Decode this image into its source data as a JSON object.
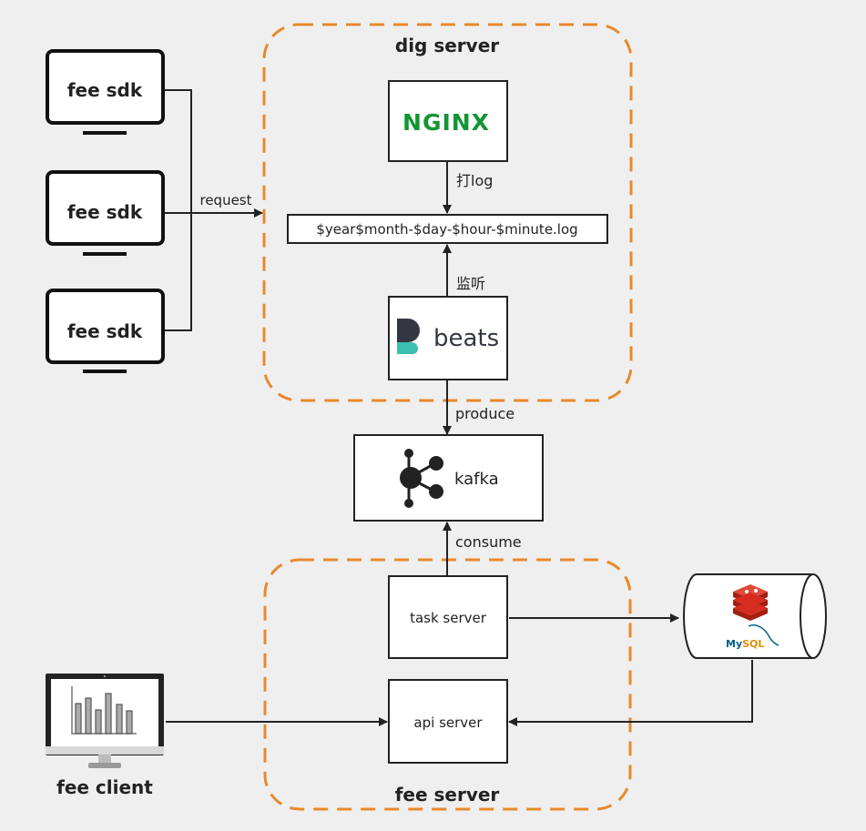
{
  "groups": {
    "dig_server": "dig server",
    "fee_server": "fee server"
  },
  "sdk_monitors": [
    {
      "label": "fee sdk"
    },
    {
      "label": "fee sdk"
    },
    {
      "label": "fee sdk"
    }
  ],
  "client": {
    "label": "fee client"
  },
  "nodes": {
    "nginx_logo": "NGINX",
    "log_file": "$year$month-$day-$hour-$minute.log",
    "beats": "beats",
    "kafka": "kafka",
    "task_server": "task server",
    "api_server": "api server",
    "mysql_logo_my": "My",
    "mysql_logo_sql": "SQL"
  },
  "edges": {
    "request": "request",
    "write_log": "打log",
    "listen": "监听",
    "produce": "produce",
    "consume": "consume"
  },
  "colors": {
    "background": "#efefef",
    "group_border": "#e8892c",
    "nginx": "#129634",
    "beats_dark": "#343741",
    "beats_light": "#3ebeb0",
    "redis": "#d82c20",
    "mysql_blue": "#00618a",
    "mysql_orange": "#e48e00"
  }
}
